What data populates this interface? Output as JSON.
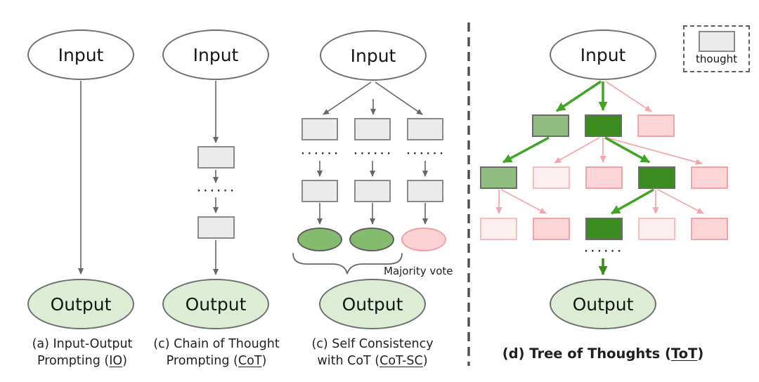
{
  "figure": {
    "node_labels": {
      "input": "Input",
      "output": "Output"
    },
    "ellipsis": "······",
    "annotations": {
      "majority_vote": "Majority vote",
      "legend_label": "thought"
    },
    "captions": {
      "a": {
        "line1": "(a) Input-Output",
        "line2_prefix": "Prompting (",
        "line2_underline": "IO",
        "line2_suffix": ")"
      },
      "b": {
        "line1": "(c) Chain of Thought",
        "line2_prefix": "Prompting (",
        "line2_underline": "CoT",
        "line2_suffix": ")"
      },
      "c": {
        "line1": "(c) Self Consistency",
        "line2_prefix": "with CoT (",
        "line2_underline": "CoT-SC",
        "line2_suffix": ")"
      },
      "d": {
        "prefix": "(d) Tree of Thoughts (",
        "underline": "ToT",
        "suffix": ")"
      }
    },
    "colors": {
      "input_fill": "#ffffff",
      "output_fill": "#ddecd4",
      "thought_gray_fill": "#ececec",
      "thought_gray_border": "#8a8a8a",
      "green_dark": "#3a8c1e",
      "green_light": "#8fbe80",
      "pink": "#fcd5d7",
      "pink_faint": "#fdf0f1",
      "vote_green": "#85bb6e",
      "vote_pink": "#fcd2d4",
      "arrow_gray": "#666666",
      "arrow_green": "#3fa523",
      "arrow_dark_green": "#3a8c1e",
      "arrow_pink": "#f5a6aa",
      "divider_gray": "#4d4d4d"
    },
    "sc_votes": [
      "green",
      "green",
      "pink"
    ],
    "tot_tree": {
      "row_states": [
        [
          "green_light",
          "green_dark",
          "pink"
        ],
        [
          "green_light",
          "pink_faint",
          "pink",
          "green_dark",
          "pink"
        ],
        [
          "pink_faint",
          "pink",
          "green_dark",
          "pink_faint",
          "pink"
        ]
      ]
    }
  }
}
